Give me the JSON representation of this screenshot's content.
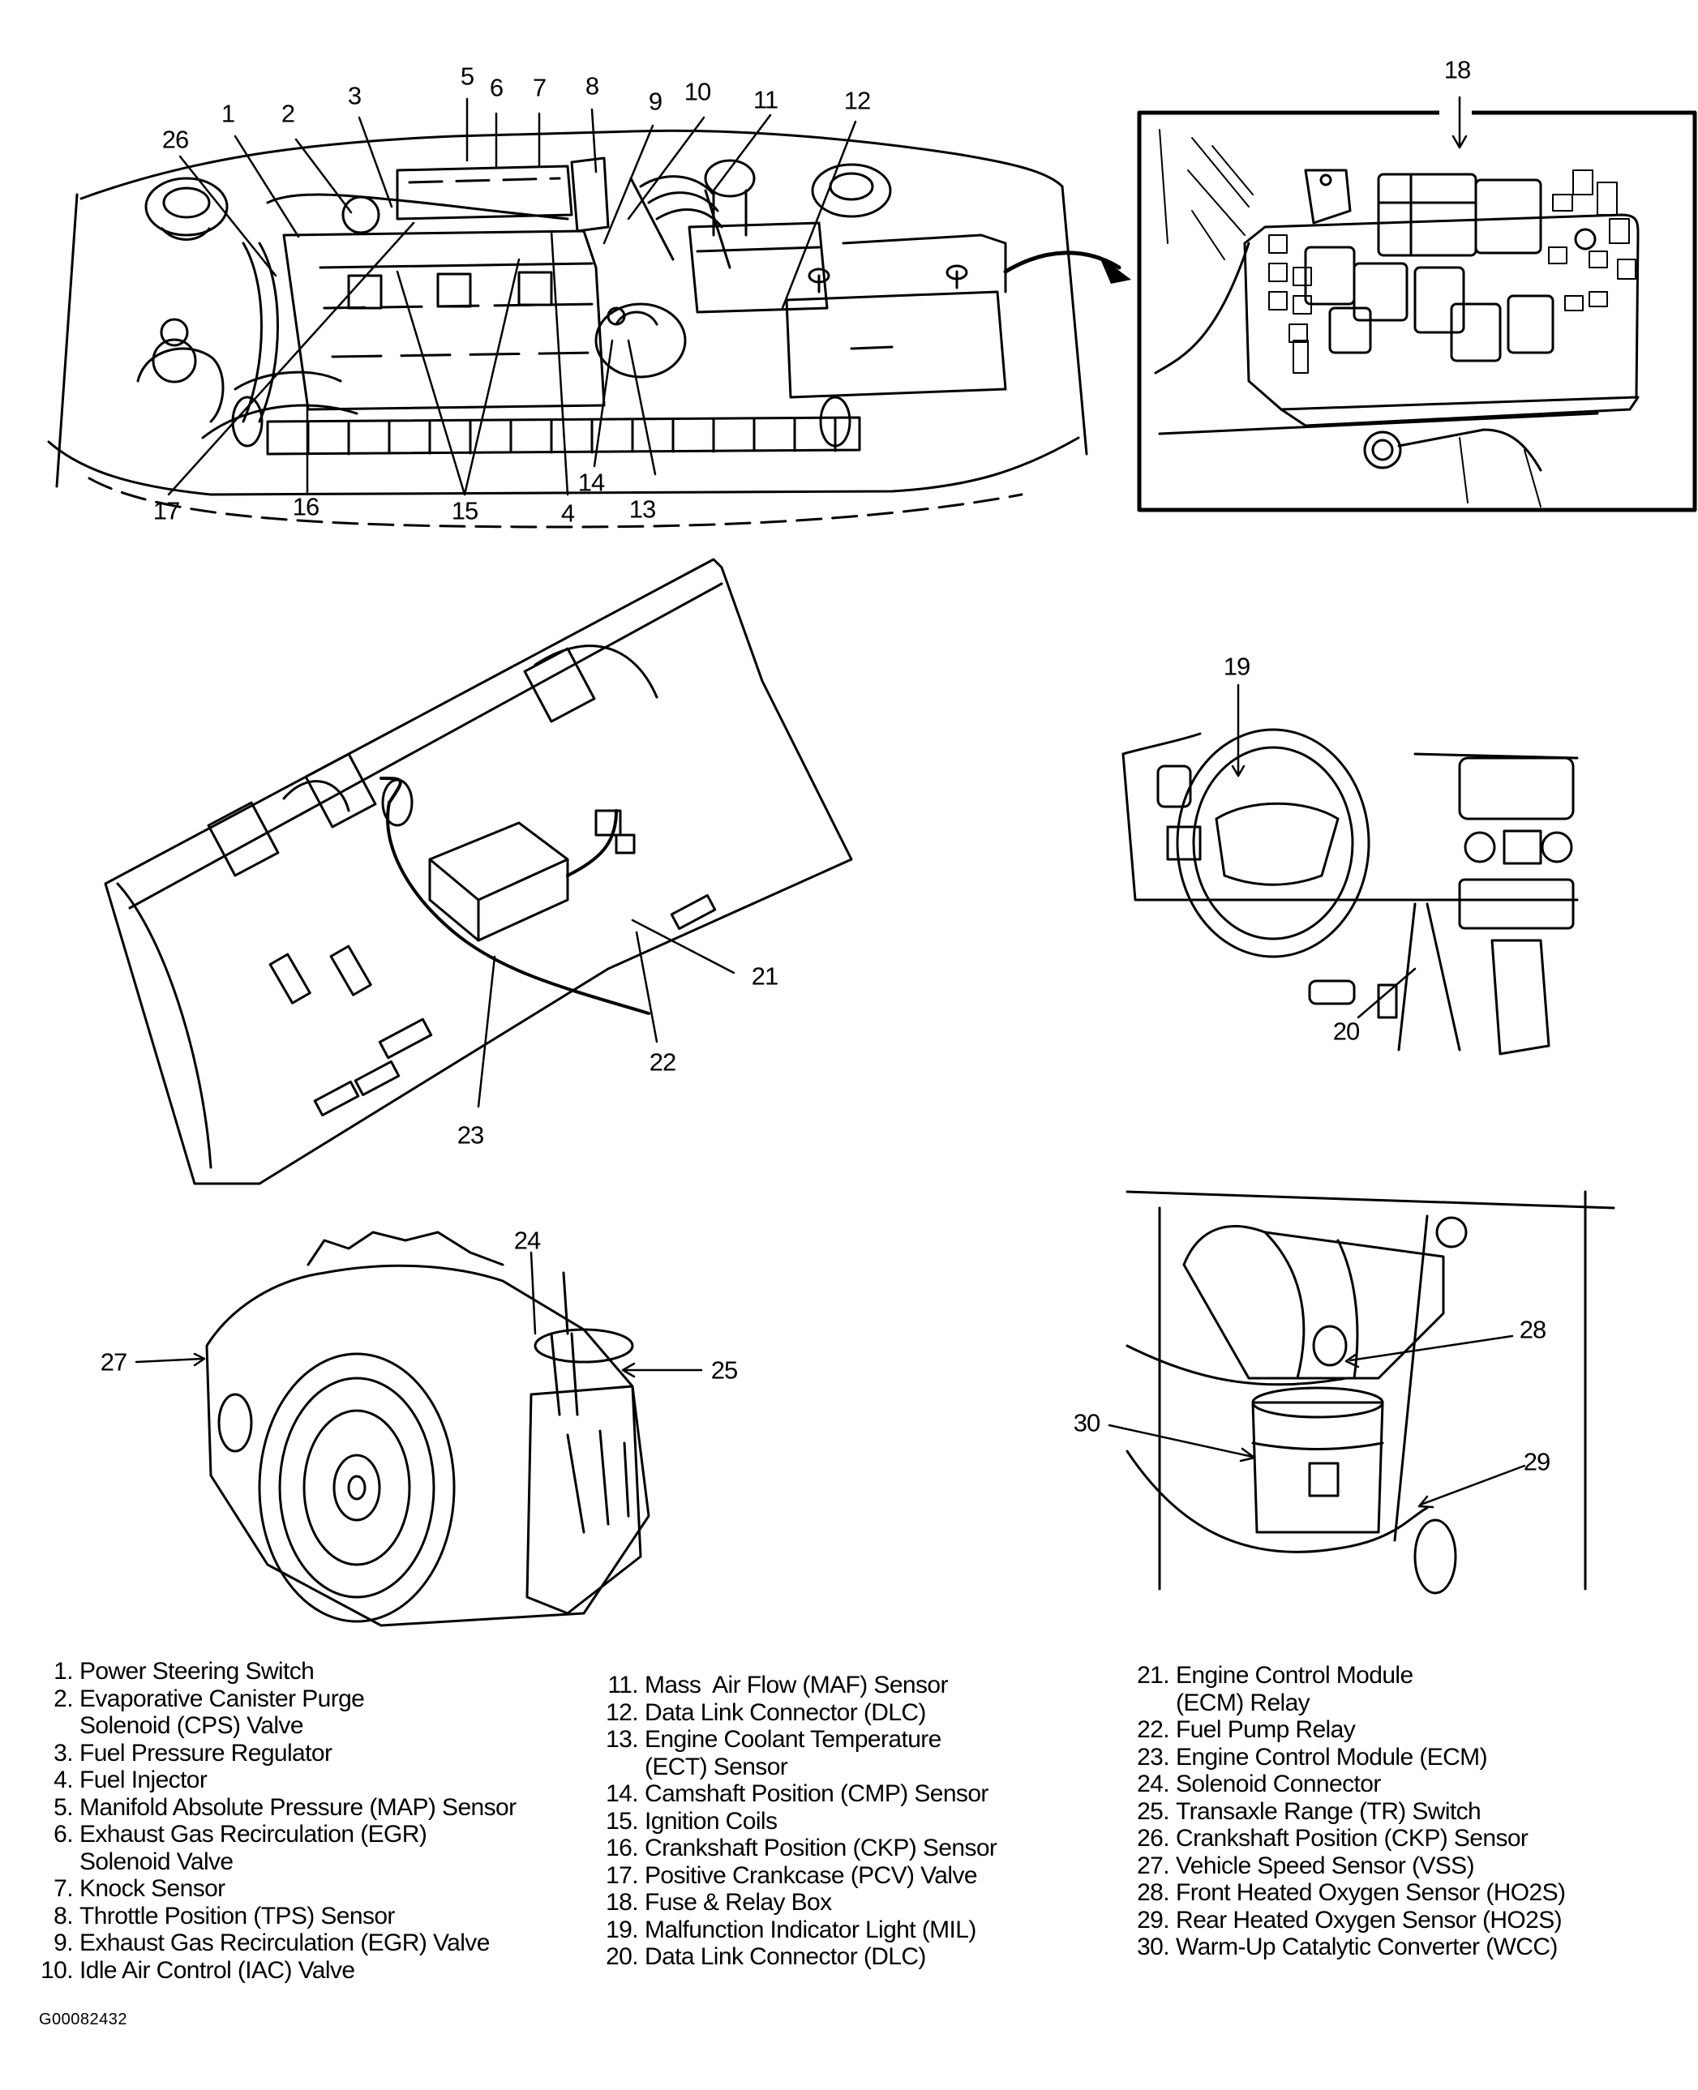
{
  "figure_id": "G00082432",
  "panels": {
    "engine_bay": {
      "callouts": [
        "1",
        "2",
        "3",
        "4",
        "5",
        "6",
        "7",
        "8",
        "9",
        "10",
        "11",
        "12",
        "13",
        "14",
        "15",
        "16",
        "17",
        "26"
      ]
    },
    "fuse_box_inset": {
      "callouts": [
        "18"
      ]
    },
    "dashboard_firewall": {
      "callouts": [
        "21",
        "22",
        "23"
      ]
    },
    "instrument_panel": {
      "callouts": [
        "19",
        "20"
      ]
    },
    "transaxle": {
      "callouts": [
        "24",
        "25",
        "27"
      ]
    },
    "exhaust_manifold": {
      "callouts": [
        "28",
        "29",
        "30"
      ]
    }
  },
  "legend": {
    "columns": [
      [
        {
          "num": "1.",
          "lines": [
            "Power Steering Switch"
          ]
        },
        {
          "num": "2.",
          "lines": [
            "Evaporative Canister Purge",
            "Solenoid (CPS) Valve"
          ]
        },
        {
          "num": "3.",
          "lines": [
            "Fuel Pressure Regulator"
          ]
        },
        {
          "num": "4.",
          "lines": [
            "Fuel Injector"
          ]
        },
        {
          "num": "5.",
          "lines": [
            "Manifold Absolute Pressure (MAP) Sensor"
          ]
        },
        {
          "num": "6.",
          "lines": [
            "Exhaust Gas Recirculation (EGR)",
            "Solenoid Valve"
          ]
        },
        {
          "num": "7.",
          "lines": [
            "Knock Sensor"
          ]
        },
        {
          "num": "8.",
          "lines": [
            "Throttle Position (TPS) Sensor"
          ]
        },
        {
          "num": "9.",
          "lines": [
            "Exhaust Gas Recirculation (EGR) Valve"
          ]
        },
        {
          "num": "10.",
          "lines": [
            "Idle Air Control (IAC) Valve"
          ]
        }
      ],
      [
        {
          "num": "11.",
          "lines": [
            "Mass  Air Flow (MAF) Sensor"
          ]
        },
        {
          "num": "12.",
          "lines": [
            "Data Link Connector (DLC)"
          ]
        },
        {
          "num": "13.",
          "lines": [
            "Engine Coolant Temperature",
            "(ECT) Sensor"
          ]
        },
        {
          "num": "14.",
          "lines": [
            "Camshaft Position (CMP) Sensor"
          ]
        },
        {
          "num": "15.",
          "lines": [
            "Ignition Coils"
          ]
        },
        {
          "num": "16.",
          "lines": [
            "Crankshaft Position (CKP) Sensor"
          ]
        },
        {
          "num": "17.",
          "lines": [
            "Positive Crankcase (PCV) Valve"
          ]
        },
        {
          "num": "18.",
          "lines": [
            "Fuse & Relay Box"
          ]
        },
        {
          "num": "19.",
          "lines": [
            "Malfunction Indicator Light (MIL)"
          ]
        },
        {
          "num": "20.",
          "lines": [
            "Data Link Connector (DLC)"
          ]
        }
      ],
      [
        {
          "num": "21.",
          "lines": [
            "Engine Control Module",
            "(ECM) Relay"
          ]
        },
        {
          "num": "22.",
          "lines": [
            "Fuel Pump Relay"
          ]
        },
        {
          "num": "23.",
          "lines": [
            "Engine Control Module (ECM)"
          ]
        },
        {
          "num": "24.",
          "lines": [
            "Solenoid Connector"
          ]
        },
        {
          "num": "25.",
          "lines": [
            "Transaxle Range (TR) Switch"
          ]
        },
        {
          "num": "26.",
          "lines": [
            "Crankshaft Position (CKP) Sensor"
          ]
        },
        {
          "num": "27.",
          "lines": [
            "Vehicle Speed Sensor (VSS)"
          ]
        },
        {
          "num": "28.",
          "lines": [
            "Front Heated Oxygen Sensor (HO2S)"
          ]
        },
        {
          "num": "29.",
          "lines": [
            "Rear Heated Oxygen Sensor (HO2S)"
          ]
        },
        {
          "num": "30.",
          "lines": [
            "Warm-Up Catalytic Converter (WCC)"
          ]
        }
      ]
    ]
  }
}
